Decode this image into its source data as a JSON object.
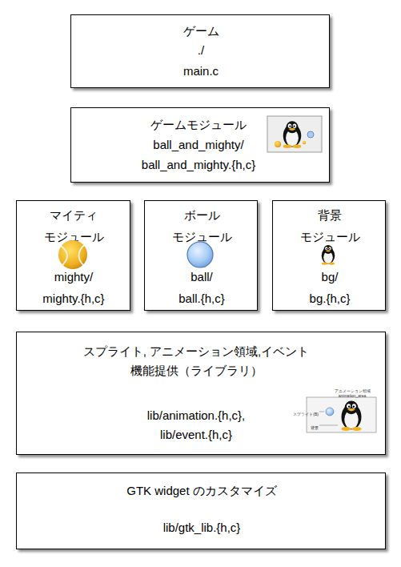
{
  "diagram": {
    "nodes": [
      {
        "text": [
          "ゲーム",
          "./",
          "main.c"
        ]
      },
      {
        "text": [
          "ゲームモジュール",
          "ball_and_mighty/",
          "ball_and_mighty.{h,c}"
        ]
      },
      {
        "text": [
          "マイティ",
          "モジュール",
          "mighty/",
          "mighty.{h,c}"
        ]
      },
      {
        "text": [
          "ボール",
          "モジュール",
          "ball/",
          "ball.{h,c}"
        ]
      },
      {
        "text": [
          "背景",
          "モジュール",
          "bg/",
          "bg.{h,c}"
        ]
      },
      {
        "text": [
          "スプライト, アニメーション領域,イベント",
          "機能提供（ライブラリ）",
          "lib/animation.{h,c},",
          "lib/event.{h,c}"
        ]
      },
      {
        "text": [
          "GTK widget のカスタマイズ",
          "lib/gtk_lib.{h,c}"
        ]
      }
    ],
    "labels": [
      "アニメーション領域",
      "animation_area",
      "スプライト(B)",
      "背景"
    ]
  }
}
